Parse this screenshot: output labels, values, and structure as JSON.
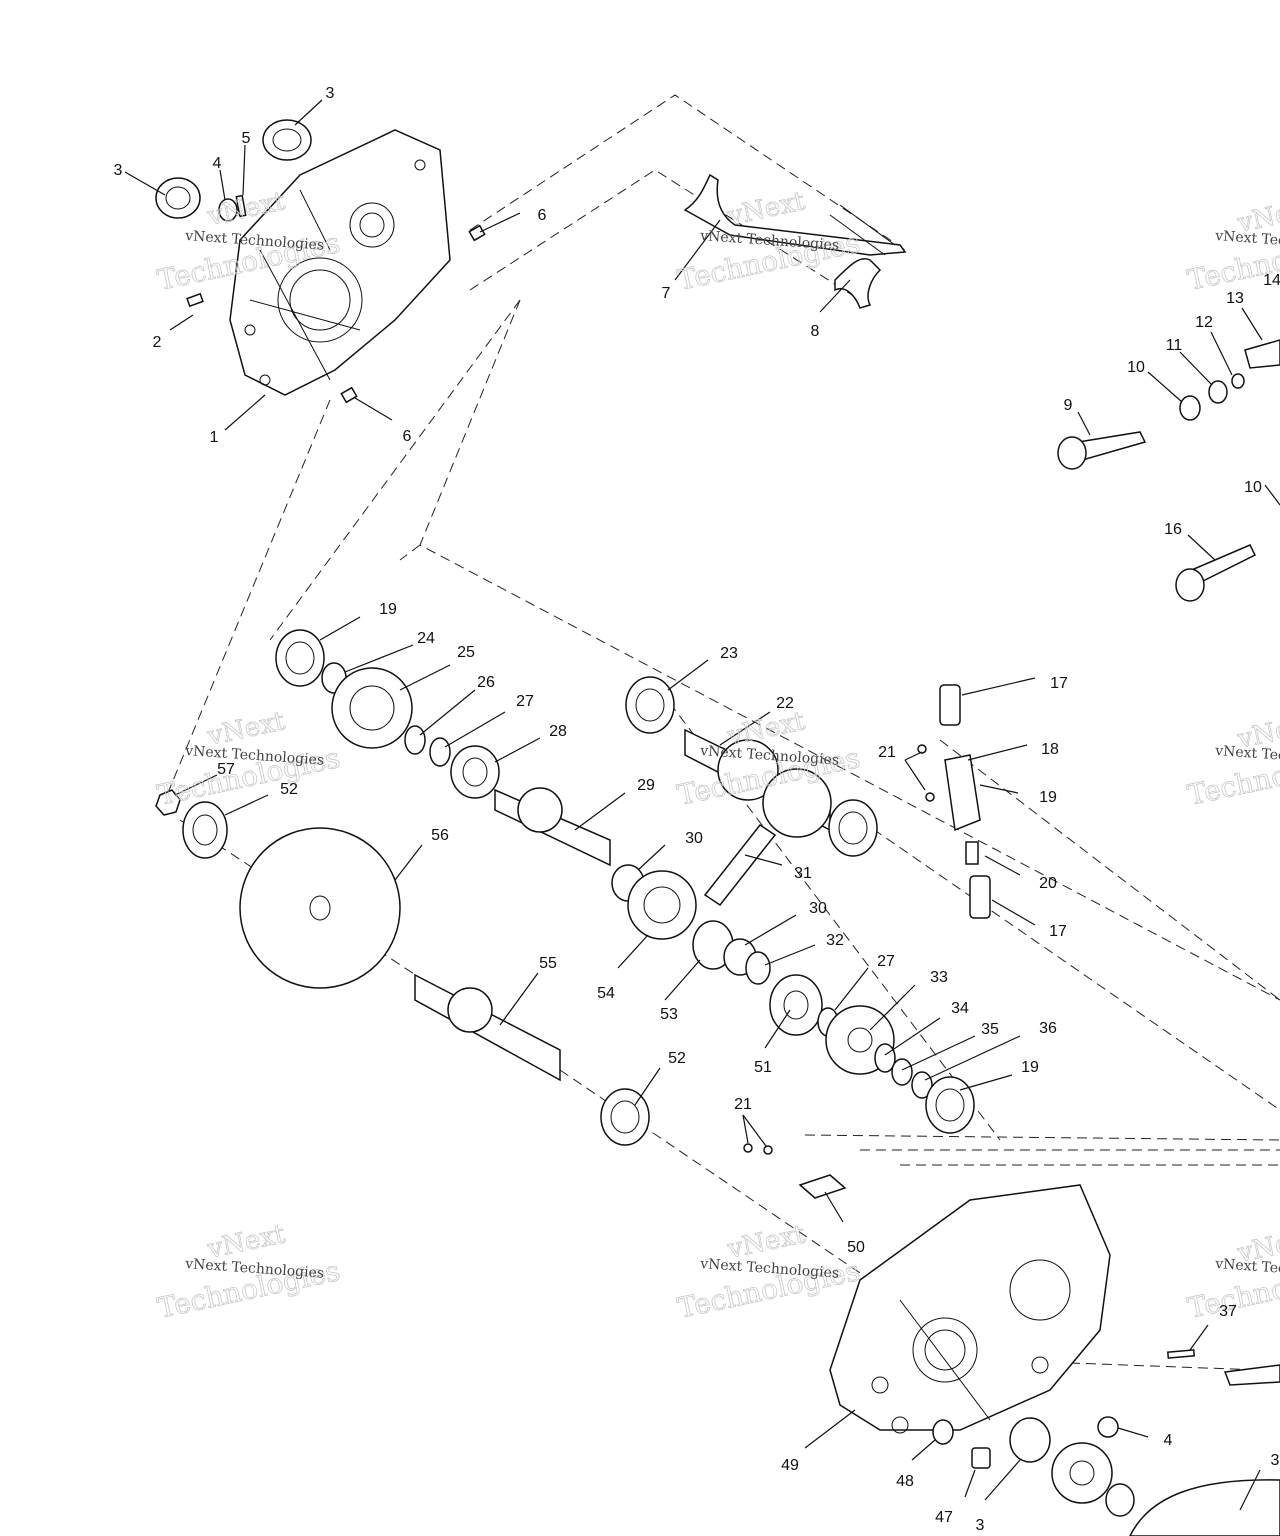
{
  "watermark": {
    "line1": "vNext Technologies",
    "outline1": "vNext",
    "outline2": "Technologies"
  },
  "callouts": [
    {
      "id": "c1",
      "text": "1"
    },
    {
      "id": "c2",
      "text": "2"
    },
    {
      "id": "c3a",
      "text": "3"
    },
    {
      "id": "c3b",
      "text": "3"
    },
    {
      "id": "c4",
      "text": "4"
    },
    {
      "id": "c5",
      "text": "5"
    },
    {
      "id": "c6a",
      "text": "6"
    },
    {
      "id": "c6b",
      "text": "6"
    },
    {
      "id": "c7",
      "text": "7"
    },
    {
      "id": "c8",
      "text": "8"
    },
    {
      "id": "c9",
      "text": "9"
    },
    {
      "id": "c10a",
      "text": "10"
    },
    {
      "id": "c11",
      "text": "11"
    },
    {
      "id": "c12",
      "text": "12"
    },
    {
      "id": "c13",
      "text": "13"
    },
    {
      "id": "c14",
      "text": "14"
    },
    {
      "id": "c10b",
      "text": "10"
    },
    {
      "id": "c16",
      "text": "16"
    },
    {
      "id": "c17a",
      "text": "17"
    },
    {
      "id": "c18",
      "text": "18"
    },
    {
      "id": "c19a",
      "text": "19"
    },
    {
      "id": "c21a",
      "text": "21"
    },
    {
      "id": "c20",
      "text": "20"
    },
    {
      "id": "c17b",
      "text": "17"
    },
    {
      "id": "c19b",
      "text": "19"
    },
    {
      "id": "c24",
      "text": "24"
    },
    {
      "id": "c25",
      "text": "25"
    },
    {
      "id": "c26",
      "text": "26"
    },
    {
      "id": "c27a",
      "text": "27"
    },
    {
      "id": "c28",
      "text": "28"
    },
    {
      "id": "c23",
      "text": "23"
    },
    {
      "id": "c22",
      "text": "22"
    },
    {
      "id": "c57",
      "text": "57"
    },
    {
      "id": "c52a",
      "text": "52"
    },
    {
      "id": "c56",
      "text": "56"
    },
    {
      "id": "c29",
      "text": "29"
    },
    {
      "id": "c30a",
      "text": "30"
    },
    {
      "id": "c31",
      "text": "31"
    },
    {
      "id": "c30b",
      "text": "30"
    },
    {
      "id": "c32",
      "text": "32"
    },
    {
      "id": "c54",
      "text": "54"
    },
    {
      "id": "c53",
      "text": "53"
    },
    {
      "id": "c55",
      "text": "55"
    },
    {
      "id": "c27b",
      "text": "27"
    },
    {
      "id": "c33",
      "text": "33"
    },
    {
      "id": "c34",
      "text": "34"
    },
    {
      "id": "c35",
      "text": "35"
    },
    {
      "id": "c36",
      "text": "36"
    },
    {
      "id": "c51",
      "text": "51"
    },
    {
      "id": "c19c",
      "text": "19"
    },
    {
      "id": "c52b",
      "text": "52"
    },
    {
      "id": "c21b",
      "text": "21"
    },
    {
      "id": "c50",
      "text": "50"
    },
    {
      "id": "c37",
      "text": "37"
    },
    {
      "id": "c4b",
      "text": "4"
    },
    {
      "id": "c49",
      "text": "49"
    },
    {
      "id": "c48",
      "text": "48"
    },
    {
      "id": "c47",
      "text": "47"
    },
    {
      "id": "c3c",
      "text": "3"
    },
    {
      "id": "c3d",
      "text": "3"
    }
  ]
}
